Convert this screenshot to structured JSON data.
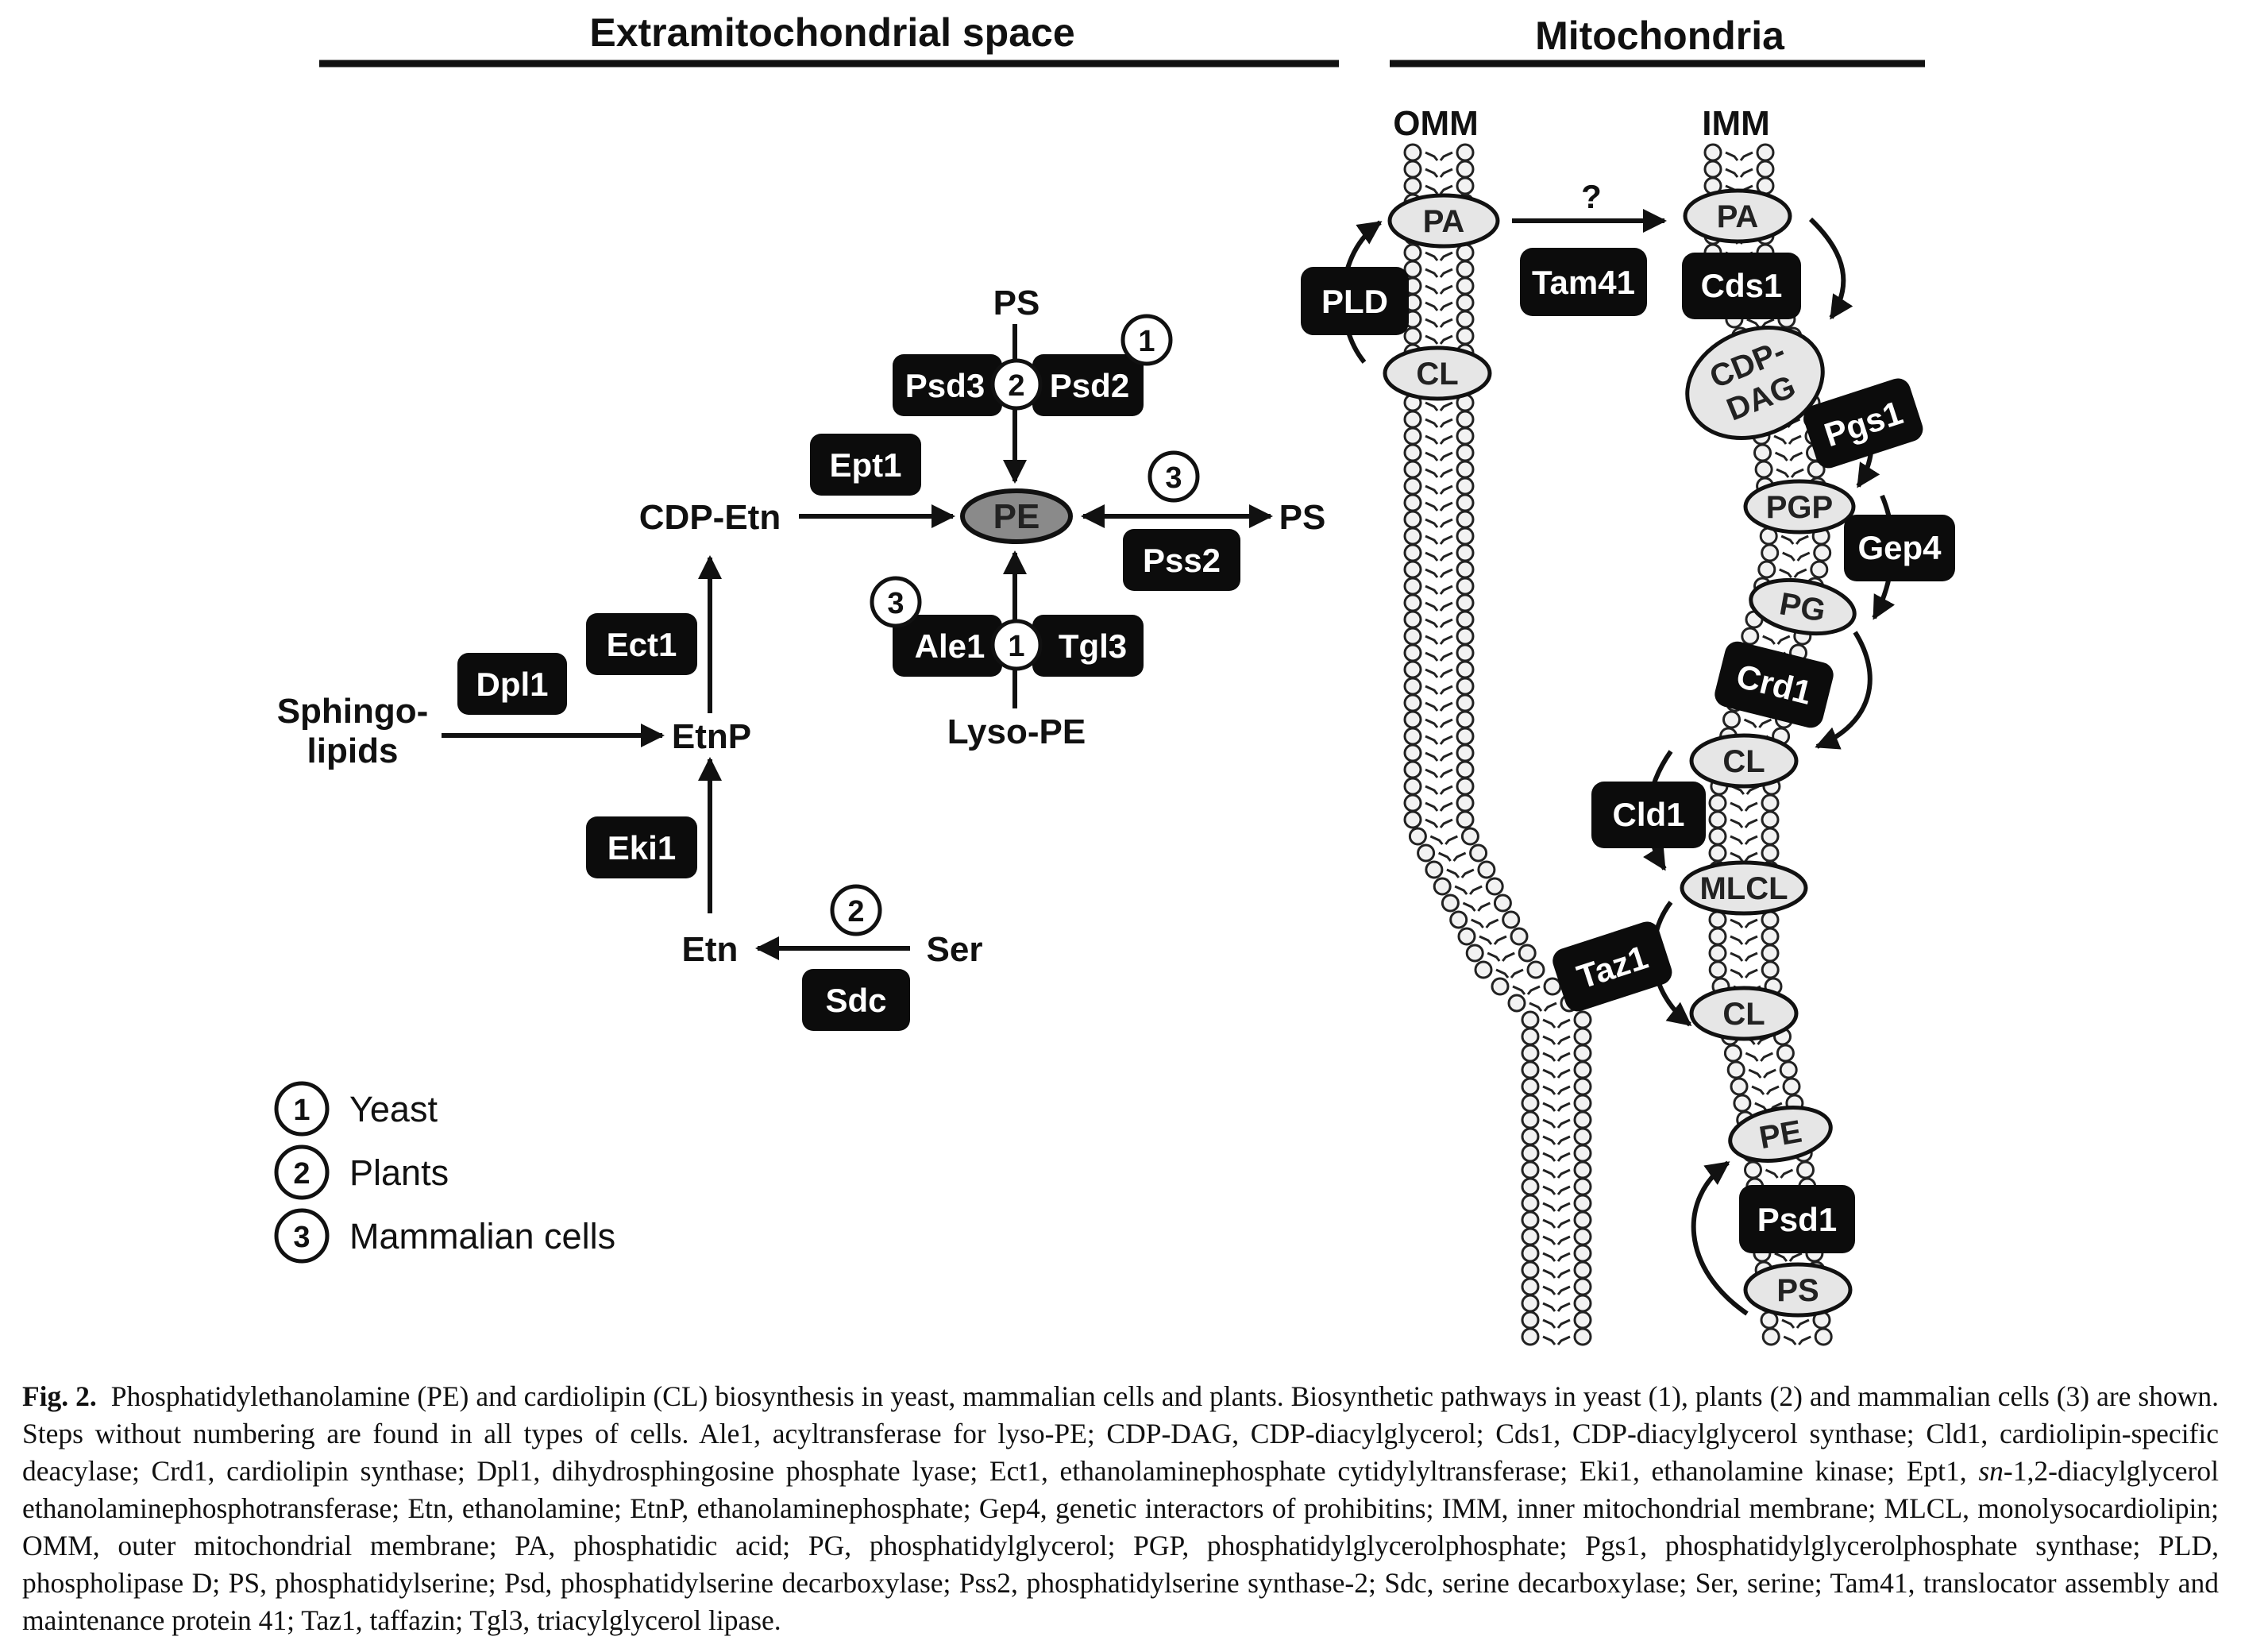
{
  "headers": {
    "extra": "Extramitochondrial space",
    "mito": "Mitochondria"
  },
  "membranes": {
    "omm": "OMM",
    "imm": "IMM"
  },
  "entities": {
    "ps_top": "PS",
    "cdp_etn": "CDP-Etn",
    "pe": "PE",
    "ps_right": "PS",
    "lyso_pe": "Lyso-PE",
    "etnp": "EtnP",
    "sphingo_1": "Sphingo-",
    "sphingo_2": "lipids",
    "etn": "Etn",
    "ser": "Ser"
  },
  "enzymes": {
    "psd3": "Psd3",
    "psd2": "Psd2",
    "ept1": "Ept1",
    "pss2": "Pss2",
    "ale1": "Ale1",
    "tgl3": "Tgl3",
    "ect1": "Ect1",
    "dpl1": "Dpl1",
    "eki1": "Eki1",
    "sdc": "Sdc",
    "pld": "PLD",
    "tam41": "Tam41",
    "cds1": "Cds1",
    "pgs1": "Pgs1",
    "gep4": "Gep4",
    "crd1": "Crd1",
    "cld1": "Cld1",
    "taz1": "Taz1",
    "psd1": "Psd1"
  },
  "lipids": {
    "omm_pa": "PA",
    "omm_cl": "CL",
    "imm_pa": "PA",
    "cdp_dag_1": "CDP-",
    "cdp_dag_2": "DAG",
    "pgp": "PGP",
    "pg": "PG",
    "cl1": "CL",
    "mlcl": "MLCL",
    "cl2": "CL",
    "pe": "PE",
    "ps": "PS"
  },
  "unknown_mark": "?",
  "numbers": {
    "one": "1",
    "two": "2",
    "three": "3"
  },
  "legend": [
    {
      "num": "1",
      "label": "Yeast"
    },
    {
      "num": "2",
      "label": "Plants"
    },
    {
      "num": "3",
      "label": "Mammalian cells"
    }
  ],
  "caption": {
    "fig": "Fig. 2.",
    "text_a": "Phosphatidylethanolamine (PE) and cardiolipin (CL) biosynthesis in yeast, mammalian cells and plants. Biosynthetic pathways in yeast (1), plants (2) and mammalian cells (3) are shown. Steps without numbering are found in all types of cells. Ale1, acyltransferase for lyso-PE; CDP-DAG, CDP-diacylglycerol; Cds1, CDP-diacylglycerol synthase; Cld1, cardiolipin-specific deacylase; Crd1, cardiolipin synthase; Dpl1, dihydrosphingosine phosphate lyase; Ect1, ethanolaminephosphate cytidylyltransferase; Eki1, ethanolamine kinase; Ept1,",
    "text_sn": "sn",
    "text_b": "-1,2-diacylglycerol ethanolaminephosphotransferase; Etn, ethanolamine; EtnP, ethanolaminephosphate; Gep4, genetic interactors of prohibitins; IMM, inner mitochondrial membrane; MLCL, monolysocardiolipin; OMM, outer mitochondrial membrane; PA, phosphatidic acid; PG, phosphatidylglycerol; PGP, phosphatidylglycerolphosphate; Pgs1, phosphatidylglycerolphosphate synthase; PLD, phospholipase D; PS, phosphatidylserine; Psd, phosphatidylserine decarboxylase; Pss2, phosphatidylserine synthase-2; Sdc, serine decarboxylase; Ser, serine; Tam41, translocator assembly and maintenance protein 41; Taz1, taffazin; Tgl3, triacylglycerol lipase."
  }
}
